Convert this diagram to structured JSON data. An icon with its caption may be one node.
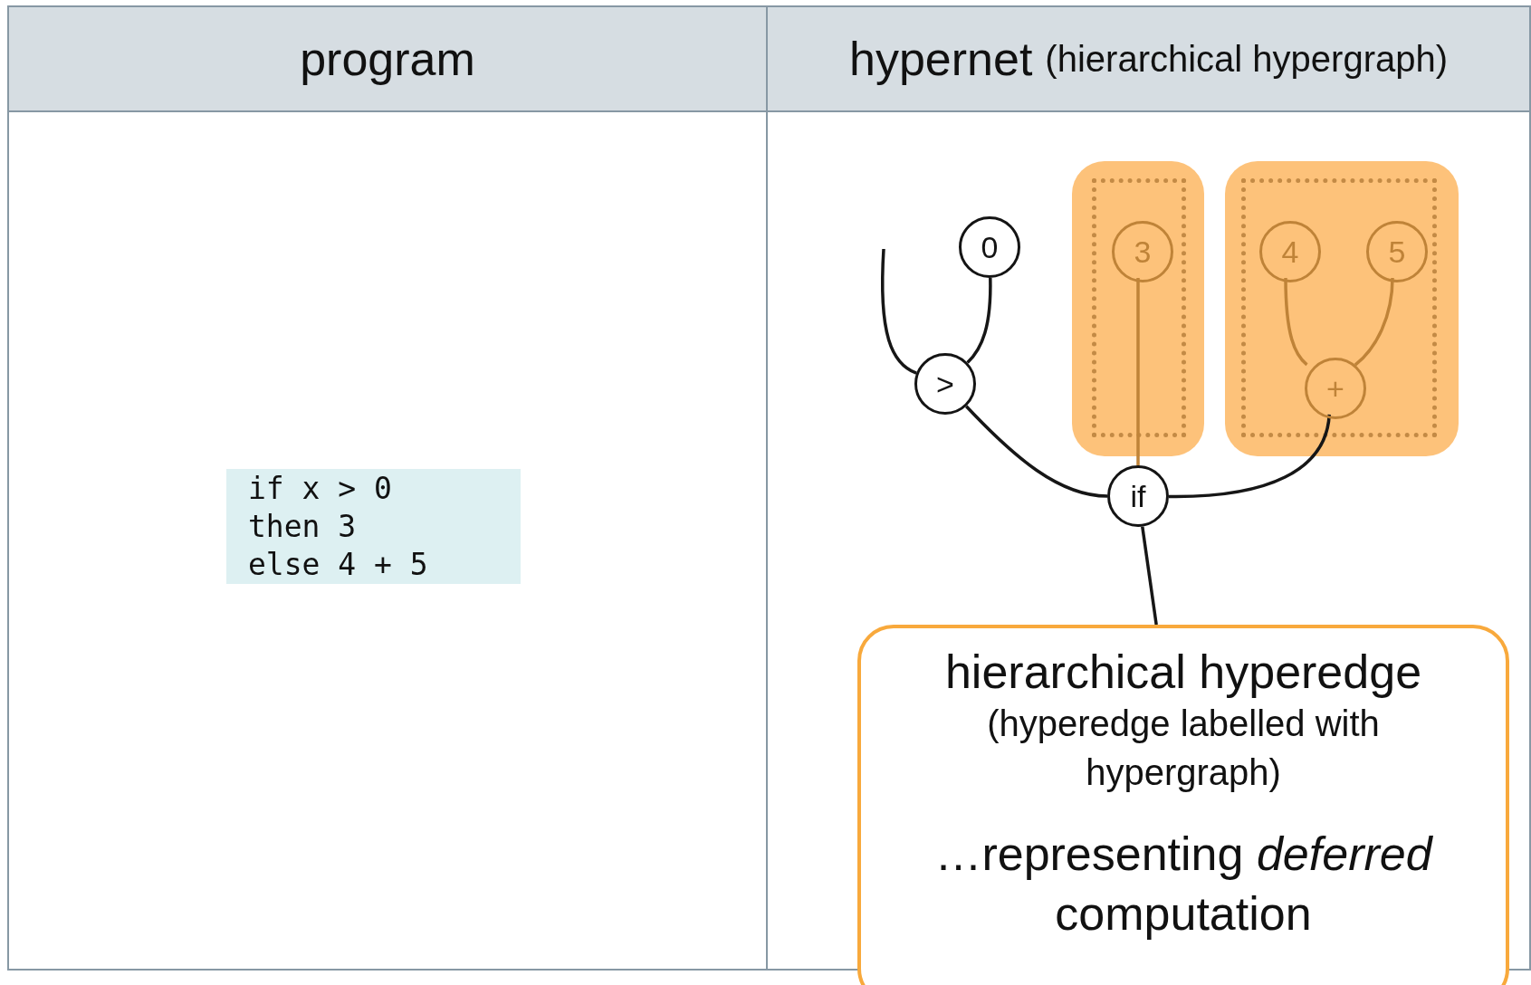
{
  "diagram": {
    "nodes": [
      {
        "text": [
          "if x > 0 then 3 else 4 + 5"
        ]
      },
      {
        "text": [
          "0"
        ]
      },
      {
        "text": [
          ">"
        ]
      },
      {
        "text": [],
        "shape": "box"
      },
      {
        "text": [],
        "shape": "box",
        "in": 3
      },
      {
        "text": [
          "3"
        ],
        "in": 4
      },
      {
        "text": [],
        "shape": "box"
      },
      {
        "text": [],
        "shape": "box",
        "in": 6
      },
      {
        "text": [
          "4"
        ],
        "in": 7
      },
      {
        "text": [
          "5"
        ],
        "in": 7
      },
      {
        "text": [
          "+"
        ],
        "in": 7
      },
      {
        "text": [
          "if"
        ]
      },
      {
        "text": [
          "hierarchical hyperedge",
          "(hyperedge labelled with hypergraph)",
          "…representing *deferred* computation"
        ]
      }
    ],
    "edges": [
      {
        "from": null,
        "to": 2,
        "arrow": "none"
      },
      {
        "from": 1,
        "to": 2,
        "arrow": "none"
      },
      {
        "from": 2,
        "to": 11,
        "arrow": "none"
      },
      {
        "from": 5,
        "to": 11,
        "arrow": "none",
        "color": "#bf8338"
      },
      {
        "from": 8,
        "to": 10,
        "arrow": "none",
        "color": "#bf8338"
      },
      {
        "from": 9,
        "to": 10,
        "arrow": "none",
        "color": "#bf8338"
      },
      {
        "from": 10,
        "to": 11,
        "arrow": "none"
      },
      {
        "from": 11,
        "to": 12,
        "arrow": "none"
      }
    ],
    "labels": [
      "program",
      "hypernet",
      "(hierarchical hypergraph)"
    ]
  }
}
